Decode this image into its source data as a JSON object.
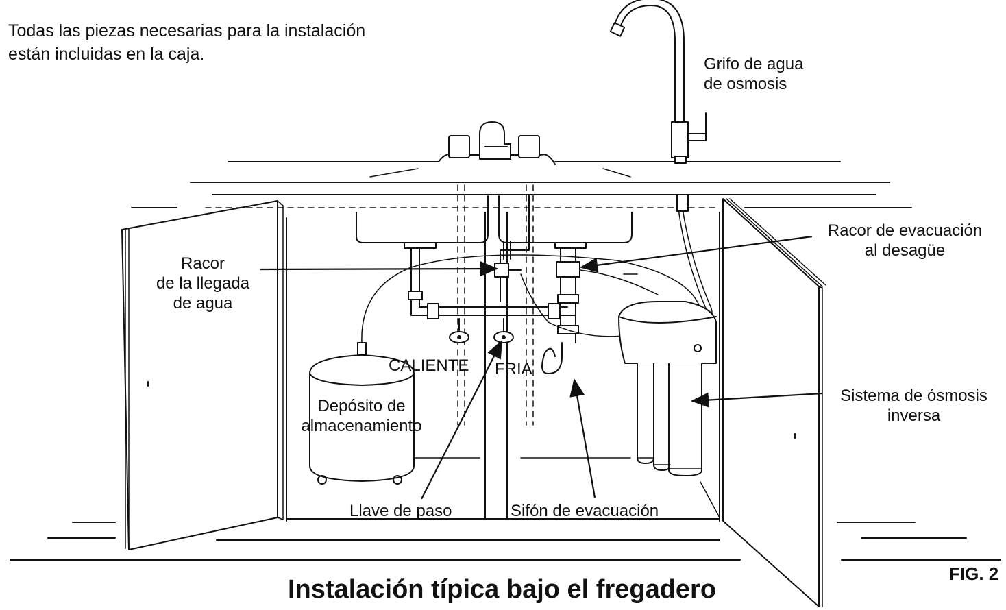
{
  "intro": {
    "line1": "Todas las piezas necesarias para la instalación",
    "line2": "están incluidas en la caja."
  },
  "labels": {
    "faucet_line1": "Grifo de agua",
    "faucet_line2": "de osmosis",
    "drain_saddle_line1": "Racor de evacuación",
    "drain_saddle_line2": "al desagüe",
    "feed_line1": "Racor",
    "feed_line2": "de la llegada",
    "feed_line3": "de agua",
    "hot": "CALIENTE",
    "cold": "FRIA",
    "tank_line1": "Depósito de",
    "tank_line2": "almacenamiento",
    "ro_line1": "Sistema de ósmosis",
    "ro_line2": "inversa",
    "valve": "Llave de paso",
    "trap": "Sifón de evacuación"
  },
  "title": "Instalación típica bajo el fregadero",
  "figure_number": "FIG. 2",
  "colors": {
    "ink": "#111111",
    "background": "#ffffff"
  }
}
